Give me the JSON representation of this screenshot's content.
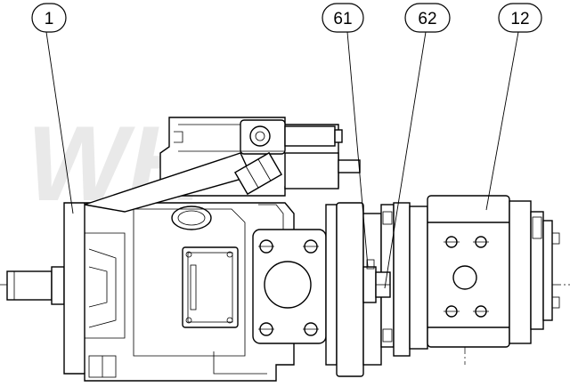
{
  "drawing": {
    "callouts": [
      {
        "label": "1"
      },
      {
        "label": "61"
      },
      {
        "label": "62"
      },
      {
        "label": "12"
      }
    ],
    "watermark": "WH"
  }
}
